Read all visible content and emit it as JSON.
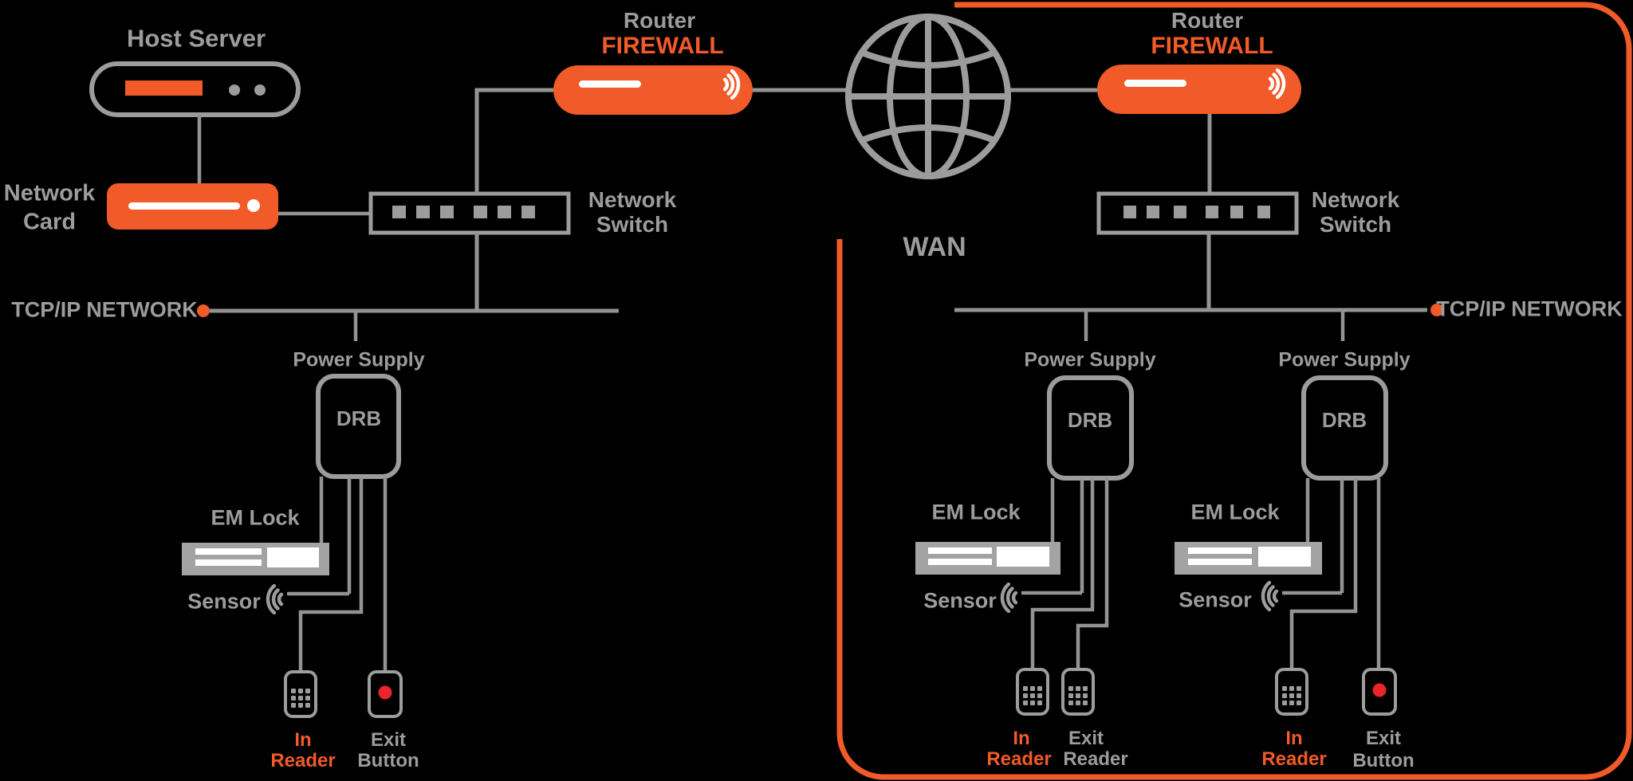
{
  "colors": {
    "background": "#000000",
    "accent_orange": "#F15A29",
    "label_gray": "#9C9C9C",
    "line_gray": "#939393",
    "led_red": "#E9242B",
    "white": "#FFFFFF"
  },
  "icons": [
    "host-server-icon",
    "network-card-icon",
    "router-firewall-icon",
    "wifi-signal-icon",
    "network-switch-icon",
    "wan-globe-icon",
    "tcpip-node-dot",
    "drb-controller-icon",
    "em-lock-icon",
    "sensor-waves-icon",
    "keypad-reader-icon",
    "exit-button-icon"
  ],
  "site_a": {
    "host_server": "Host Server",
    "network_card": {
      "line1": "Network",
      "line2": "Card"
    },
    "router": {
      "line1": "Router",
      "line2": "FIREWALL"
    },
    "network_switch": {
      "line1": "Network",
      "line2": "Switch"
    },
    "tcpip": "TCP/IP NETWORK"
  },
  "wan": "WAN",
  "site_b": {
    "router": {
      "line1": "Router",
      "line2": "FIREWALL"
    },
    "network_switch": {
      "line1": "Network",
      "line2": "Switch"
    },
    "tcpip": "TCP/IP NETWORK"
  },
  "door_units": [
    {
      "power_supply": "Power Supply",
      "controller": "DRB",
      "lock_label": "EM Lock",
      "sensor_label": "Sensor",
      "entry_reader": {
        "line1": "In",
        "line2": "Reader"
      },
      "exit_device": {
        "line1": "Exit",
        "line2": "Button"
      }
    },
    {
      "power_supply": "Power Supply",
      "controller": "DRB",
      "lock_label": "EM Lock",
      "sensor_label": "Sensor",
      "entry_reader": {
        "line1": "In",
        "line2": "Reader"
      },
      "exit_device": {
        "line1": "Exit",
        "line2": "Reader"
      }
    },
    {
      "power_supply": "Power Supply",
      "controller": "DRB",
      "lock_label": "EM Lock",
      "sensor_label": "Sensor",
      "entry_reader": {
        "line1": "In",
        "line2": "Reader"
      },
      "exit_device": {
        "line1": "Exit",
        "line2": "Button"
      }
    }
  ]
}
